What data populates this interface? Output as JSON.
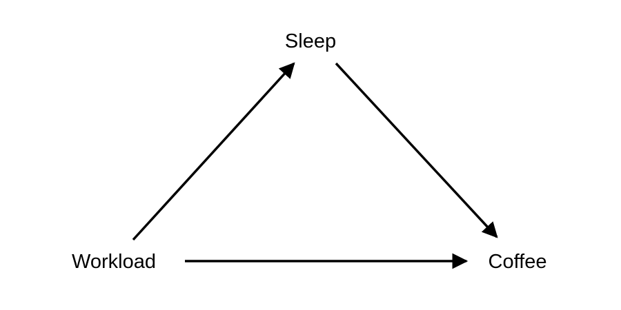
{
  "diagram": {
    "type": "directed-graph",
    "nodes": {
      "sleep": {
        "label": "Sleep"
      },
      "workload": {
        "label": "Workload"
      },
      "coffee": {
        "label": "Coffee"
      }
    },
    "edges": [
      {
        "from": "Workload",
        "to": "Sleep"
      },
      {
        "from": "Sleep",
        "to": "Coffee"
      },
      {
        "from": "Workload",
        "to": "Coffee"
      }
    ],
    "colors": {
      "background": "#ffffff",
      "stroke": "#000000",
      "text": "#000000"
    }
  }
}
